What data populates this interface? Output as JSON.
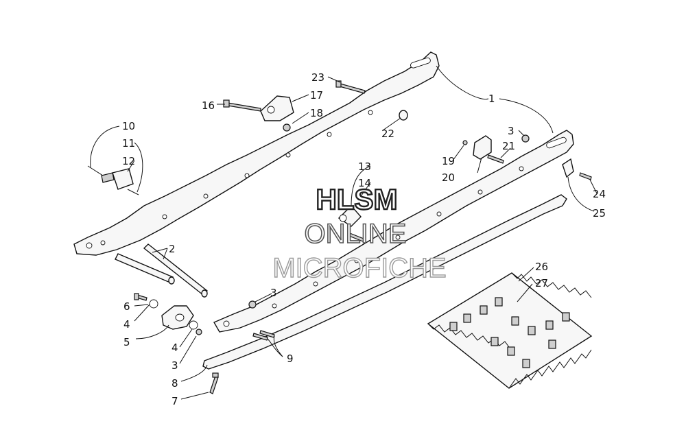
{
  "watermark": {
    "line1": "HLSM",
    "line2": "ONLINE",
    "line3": "MICROFICHE"
  },
  "callouts": {
    "c1": "1",
    "c2": "2",
    "c3a": "3",
    "c3b": "3",
    "c3c": "3",
    "c4a": "4",
    "c4b": "4",
    "c5": "5",
    "c6": "6",
    "c7": "7",
    "c8": "8",
    "c9": "9",
    "c10": "10",
    "c11": "11",
    "c12": "12",
    "c13": "13",
    "c14": "14",
    "c16": "16",
    "c17": "17",
    "c18": "18",
    "c19": "19",
    "c20": "20",
    "c21": "21",
    "c22": "22",
    "c23": "23",
    "c24": "24",
    "c25": "25",
    "c26": "26",
    "c27": "27"
  },
  "colors": {
    "ink": "#111111",
    "watermark_fill": "#ffffff",
    "watermark_stroke": "#222222"
  }
}
